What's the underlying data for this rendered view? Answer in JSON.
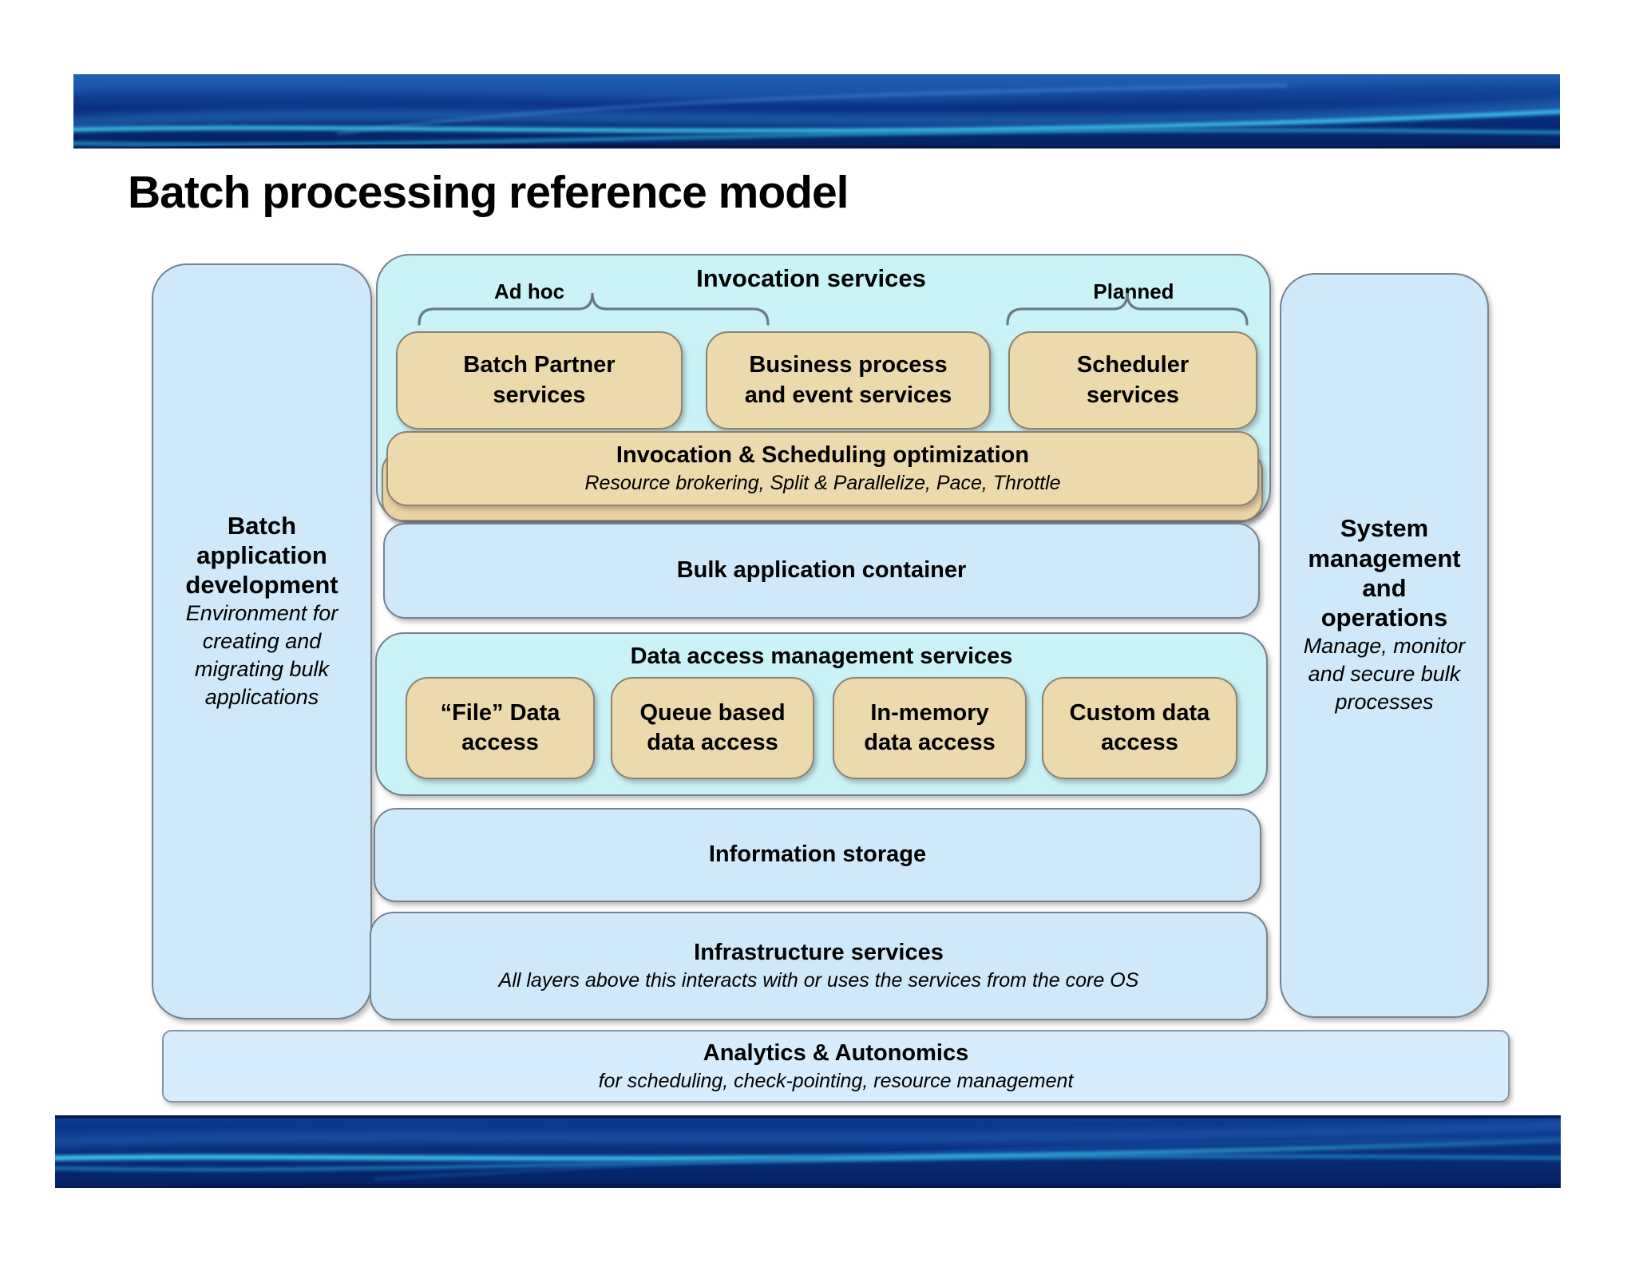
{
  "slide": {
    "title": "Batch processing reference model"
  },
  "palette": {
    "panel_blue": "#cfe9fb",
    "panel_cyan": "#c9f3f7",
    "box_tan": "#ecd9ac",
    "border_gray": "#76828e",
    "banner_navy": "#0b3181",
    "banner_cyan": "#3fd0f5"
  },
  "left_panel": {
    "title": "Batch\napplication\ndevelopment",
    "subtitle": "Environment for\ncreating and\nmigrating bulk\napplications"
  },
  "right_panel": {
    "title": "System\nmanagement\nand\noperations",
    "subtitle": "Manage, monitor\nand secure bulk\nprocesses"
  },
  "invocation": {
    "title": "Invocation services",
    "groups": {
      "adhoc": "Ad hoc",
      "planned": "Planned"
    },
    "boxes": [
      "Batch Partner\nservices",
      "Business process\nand event services",
      "Scheduler\nservices"
    ],
    "optimization": {
      "title": "Invocation & Scheduling optimization",
      "subtitle": "Resource brokering, Split & Parallelize, Pace, Throttle"
    }
  },
  "data_access": {
    "title": "Data access management services",
    "boxes": [
      "“File” Data\naccess",
      "Queue based\ndata access",
      "In-memory\ndata access",
      "Custom data\naccess"
    ]
  },
  "layers": {
    "bulk_container": "Bulk application container",
    "information_storage": "Information storage",
    "infrastructure": {
      "title": "Infrastructure services",
      "subtitle": "All layers above this interacts with or uses the services from the core OS"
    },
    "analytics": {
      "title": "Analytics & Autonomics",
      "subtitle": "for scheduling, check-pointing, resource management"
    }
  }
}
